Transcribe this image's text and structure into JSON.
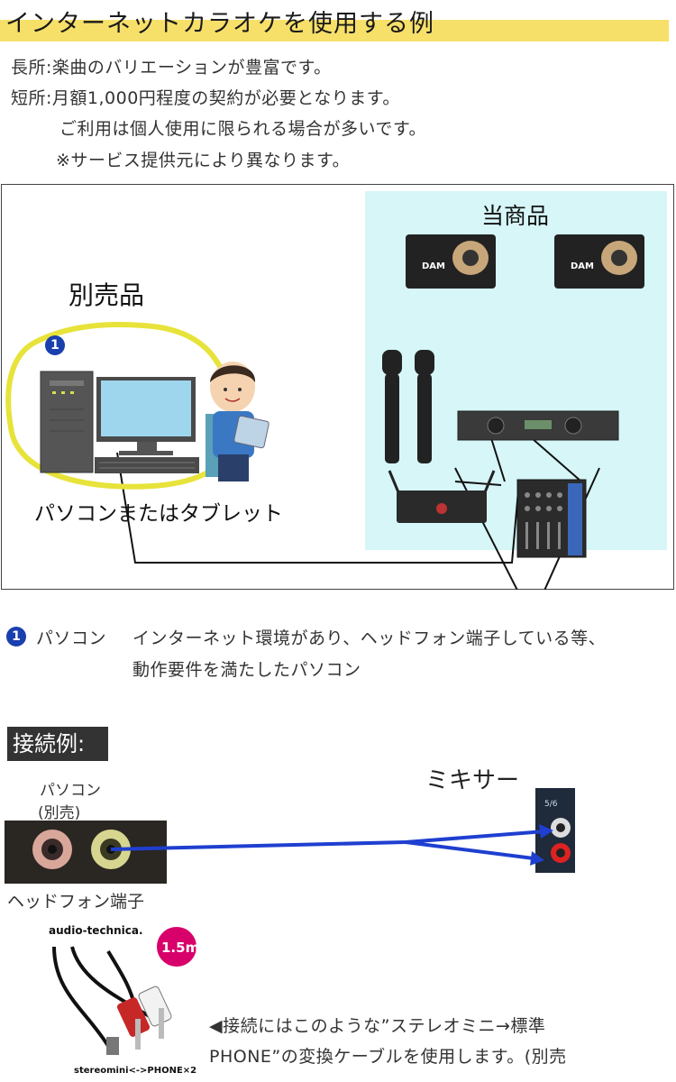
{
  "header": {
    "title": "インターネットカラオケを使用する例"
  },
  "intro": {
    "merit": "長所:楽曲のバリエーションが豊富です。",
    "demerit": "短所:月額1,000円程度の契約が必要となります。",
    "demerit_note1": "ご利用は個人使用に限られる場合が多いです。",
    "demerit_note2": "※サービス提供元により異なります。"
  },
  "diagram": {
    "separate_label": "別売品",
    "product_label": "当商品",
    "badge": "1",
    "pc_caption": "パソコンまたはタブレット",
    "speaker_logo": "DAM",
    "colors": {
      "product_area": "#d6f6f8",
      "highlight_ring": "#e7e33a",
      "badge": "#1a3fae"
    }
  },
  "note": {
    "badge": "1",
    "term": "パソコン",
    "desc1": "インターネット環境があり、ヘッドフォン端子している等、",
    "desc2": "動作要件を満たしたパソコン"
  },
  "connection": {
    "section_title": "接続例:",
    "pc_label1": "パソコン",
    "pc_label2": "(別売)",
    "mixer_label": "ミキサー",
    "mixer_channel": "5/6",
    "headphone_label": "ヘッドフォン端子",
    "cable_brand": "audio-technica.",
    "cable_length": "1.5m",
    "cable_caption": "stereomini<->PHONE×2",
    "cable_note1": "◀接続にはこのような”ステレオミニ→標準",
    "cable_note2": "PHONE”の変換ケーブルを使用します。(別売"
  }
}
